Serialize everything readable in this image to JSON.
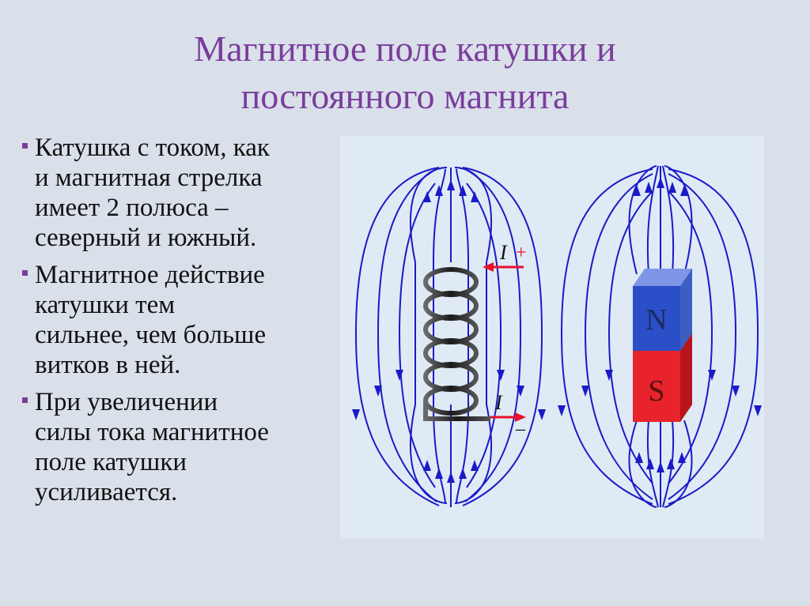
{
  "slide": {
    "title_lines": [
      "Магнитное поле катушки и",
      "постоянного магнита"
    ],
    "paragraphs": [
      [
        "Катушка с током, как",
        "и магнитная стрелка",
        "имеет 2 полюса –",
        "северный и южный."
      ],
      [
        "Магнитное действие",
        "катушки тем",
        "сильнее, чем больше",
        "витков в ней."
      ],
      [
        "При увеличении",
        "силы тока магнитное",
        "поле катушки",
        "усиливается."
      ]
    ]
  },
  "figure": {
    "current_top": "I",
    "plus_sign": "+",
    "current_bottom": "I",
    "minus_sign": "–",
    "north_label": "N",
    "south_label": "S"
  },
  "colors": {
    "title": "#7a3d9c",
    "field_lines": "#1a1ac8",
    "current_arrow": "#e8102a",
    "magnet_north": "#2b4fc8",
    "magnet_south": "#e8232c",
    "figure_bg": "#dfeaf5",
    "slide_bg": "#d9e0ea"
  }
}
